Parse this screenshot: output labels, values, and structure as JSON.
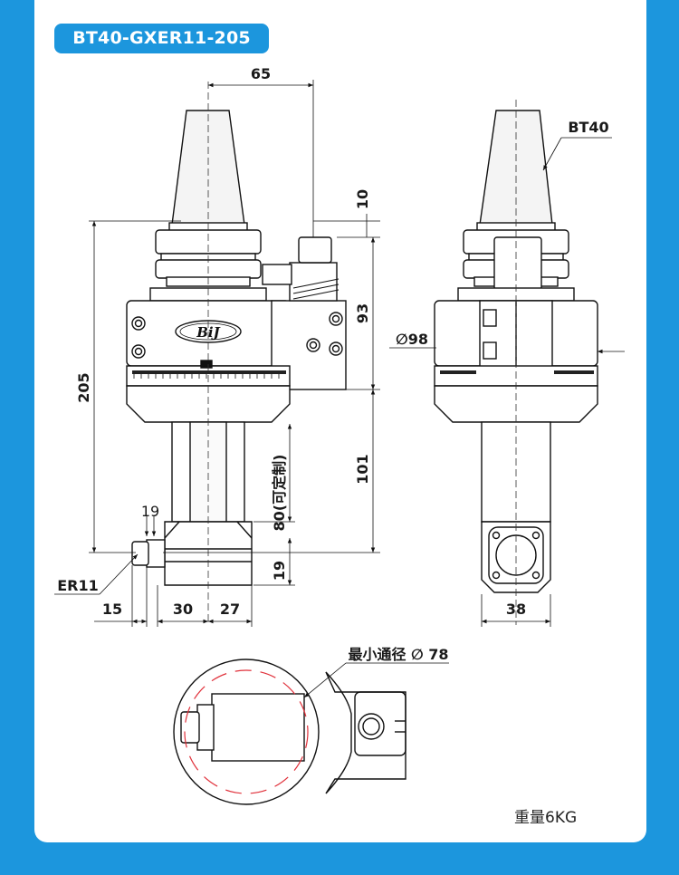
{
  "title": "BT40-GXER11-205",
  "labels": {
    "bt40": "BT40",
    "er11": "ER11",
    "brand": "BiJ",
    "min_diameter": "最小通径 ∅ 78",
    "diameter_98": "∅98",
    "weight": "重量6KG"
  },
  "dimensions": {
    "d65": "65",
    "d10": "10",
    "d93": "93",
    "d205": "205",
    "d101": "101",
    "d80": "80(可定制)",
    "d19_right": "19",
    "d19_left": "19",
    "d15": "15",
    "d30": "30",
    "d27": "27",
    "d38": "38"
  },
  "colors": {
    "accent": "#1c96dd",
    "hidden_circle": "#e0303a"
  }
}
